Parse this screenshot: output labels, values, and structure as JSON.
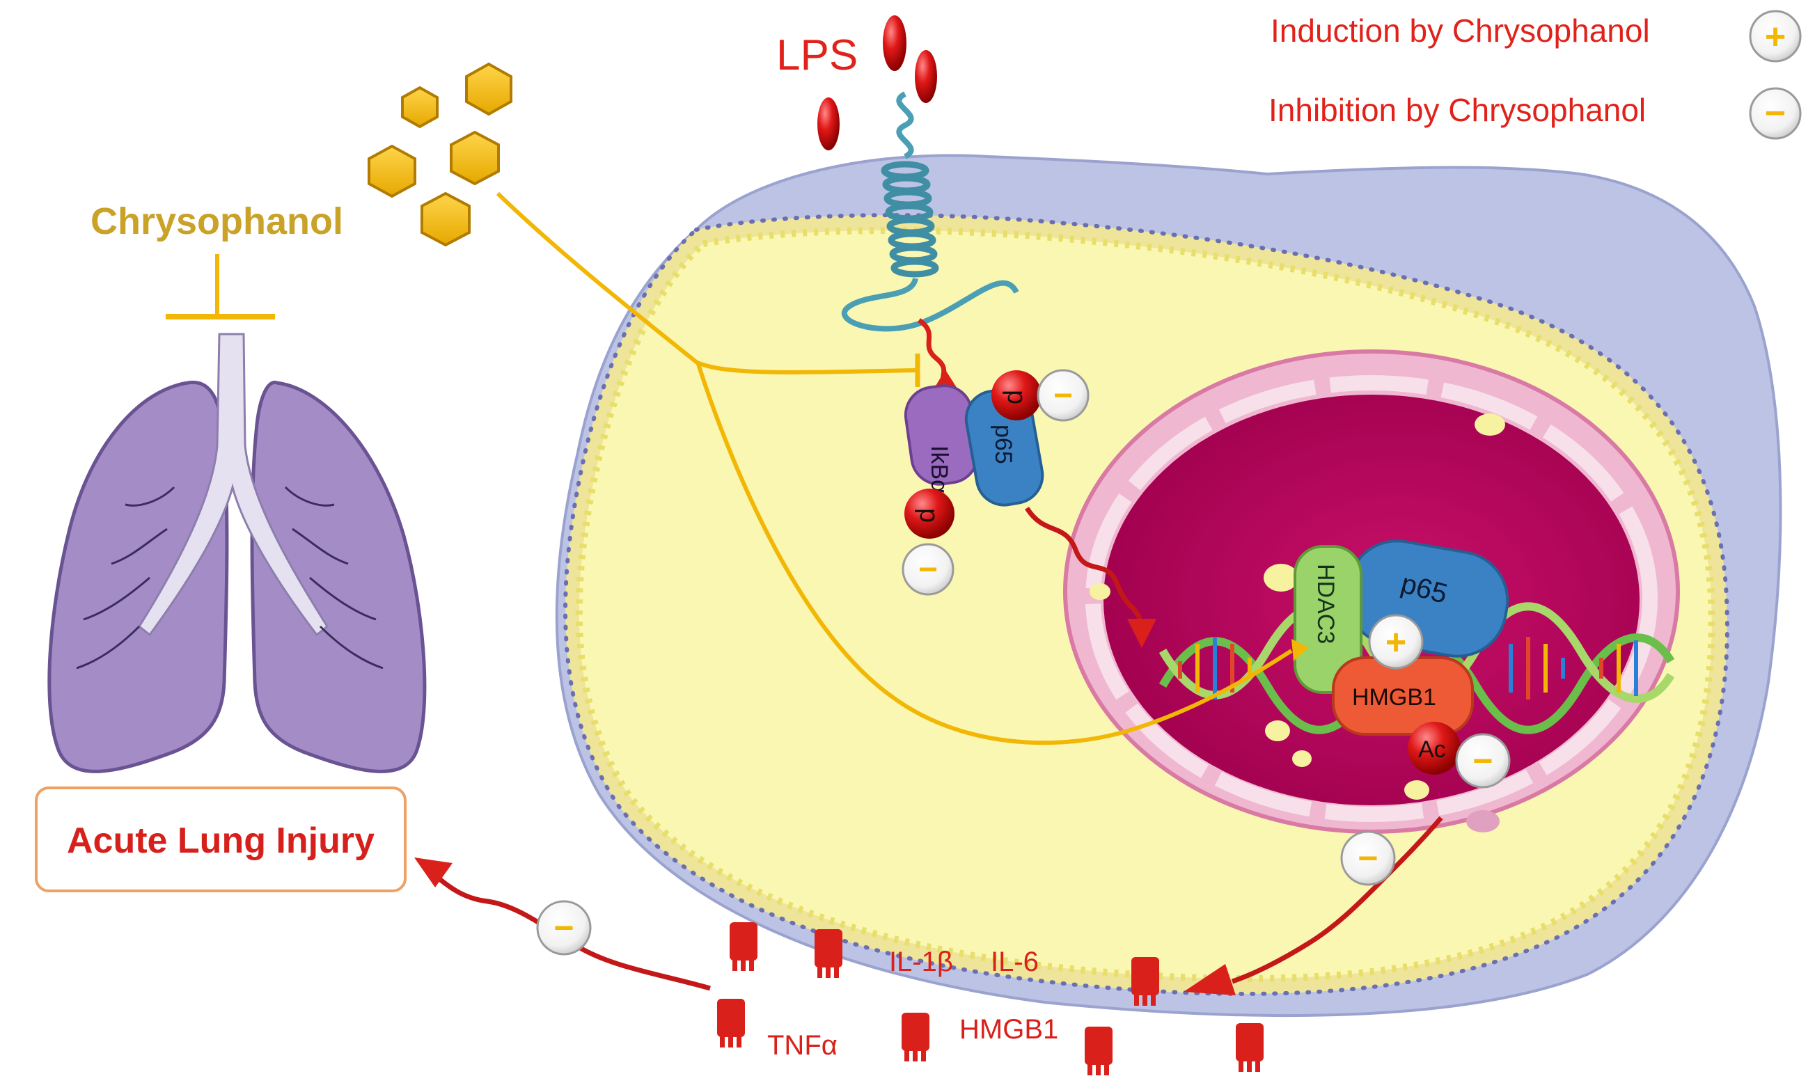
{
  "legend": {
    "induction_label": "Induction by Chrysophanol",
    "inhibition_label": "Inhibition by Chrysophanol",
    "plus_symbol": "+",
    "minus_symbol": "−"
  },
  "labels": {
    "lps": "LPS",
    "chrysophanol": "Chrysophanol",
    "acute_lung_injury": "Acute Lung Injury",
    "ikba": "IkBα",
    "p65_cytoplasm": "p65",
    "p_upper": "p",
    "p_lower": "p",
    "hdac3": "HDAC3",
    "p65_nucleus": "p65",
    "hmgb1_nucleus": "HMGB1",
    "ac": "Ac",
    "cytokines": {
      "il1b": "IL-1β",
      "il6": "IL-6",
      "tnfa": "TNFα",
      "hmgb1": "HMGB1"
    }
  },
  "colors": {
    "legend_text": "#e0221b",
    "chrysophanol_text": "#c9a227",
    "injury_text": "#d6201c",
    "injury_border": "#f0a060",
    "cytokine_red": "#d9201a",
    "yellow_path": "#f2b705",
    "cell_yellow": "#faf7b2",
    "cell_blue": "#b9bfe0",
    "nucleus": "#b5065a",
    "lung": "#a48dc6"
  }
}
